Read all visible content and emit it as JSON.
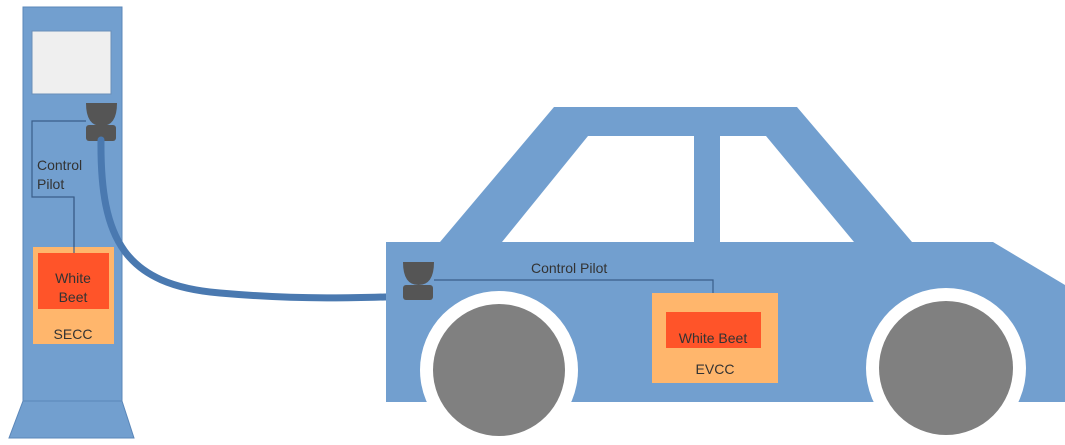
{
  "charger": {
    "control_pilot_label_line1": "Control",
    "control_pilot_label_line2": "Pilot",
    "module_label_line1": "White",
    "module_label_line2": "Beet",
    "controller_label": "SECC"
  },
  "vehicle": {
    "control_pilot_label": "Control Pilot",
    "module_label": "White Beet",
    "controller_label": "EVCC"
  },
  "colors": {
    "body_blue": "#729fcf",
    "body_stroke": "#5b87b9",
    "cable_blue": "#4a79b0",
    "screen": "#efefef",
    "controller_orange": "#ffb66c",
    "module_red": "#ff5429",
    "connector_gray": "#555555",
    "wheel_gray": "#808080",
    "wire": "#3b5e8a",
    "text": "#333333"
  }
}
